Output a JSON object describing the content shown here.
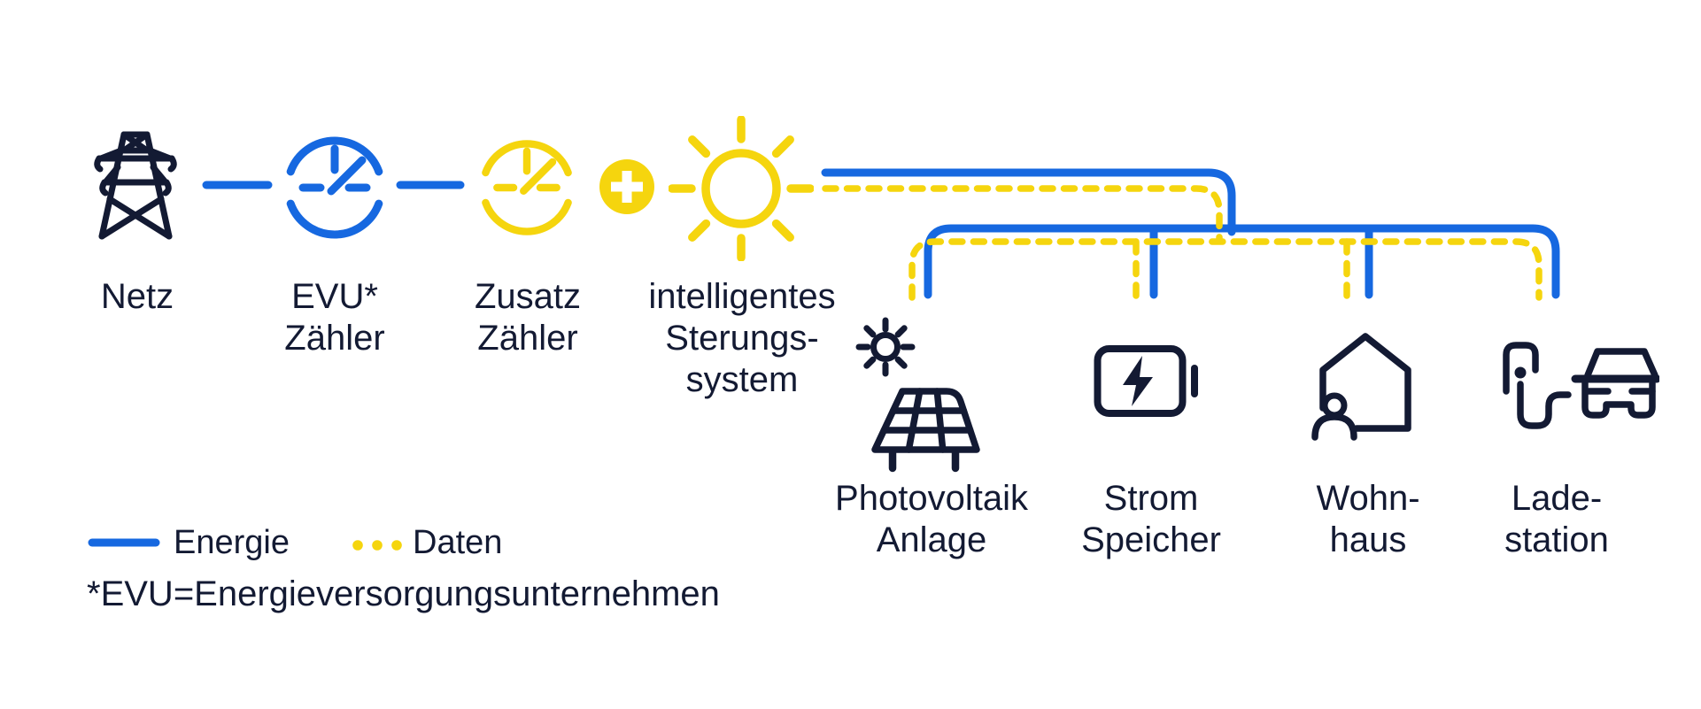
{
  "colors": {
    "energy": "#1668E0",
    "data": "#F5D50E",
    "ink": "#131A33",
    "background": "#FFFFFF"
  },
  "top_row": {
    "grid": {
      "label": "Netz",
      "icon": "power-pylon-icon"
    },
    "evu_meter": {
      "label": "EVU*\nZähler",
      "icon": "utility-meter-icon"
    },
    "extra_meter": {
      "label": "Zusatz\nZähler",
      "icon": "extra-meter-icon"
    },
    "plus": {
      "icon": "plus-icon"
    },
    "control": {
      "label": "intelligentes\nSterungs-\nsystem",
      "icon": "sun-control-icon"
    }
  },
  "bottom_row": {
    "pv": {
      "label": "Photovoltaik\nAnlage",
      "icon": "solar-panel-icon"
    },
    "storage": {
      "label": "Strom\nSpeicher",
      "icon": "battery-icon"
    },
    "house": {
      "label": "Wohn-\nhaus",
      "icon": "house-icon"
    },
    "charging": {
      "label": "Lade-\nstation",
      "icon": "ev-charging-icon"
    }
  },
  "legend": {
    "energy": "Energie",
    "data": "Daten",
    "footnote": "*EVU=Energieversorgungsunternehmen"
  }
}
